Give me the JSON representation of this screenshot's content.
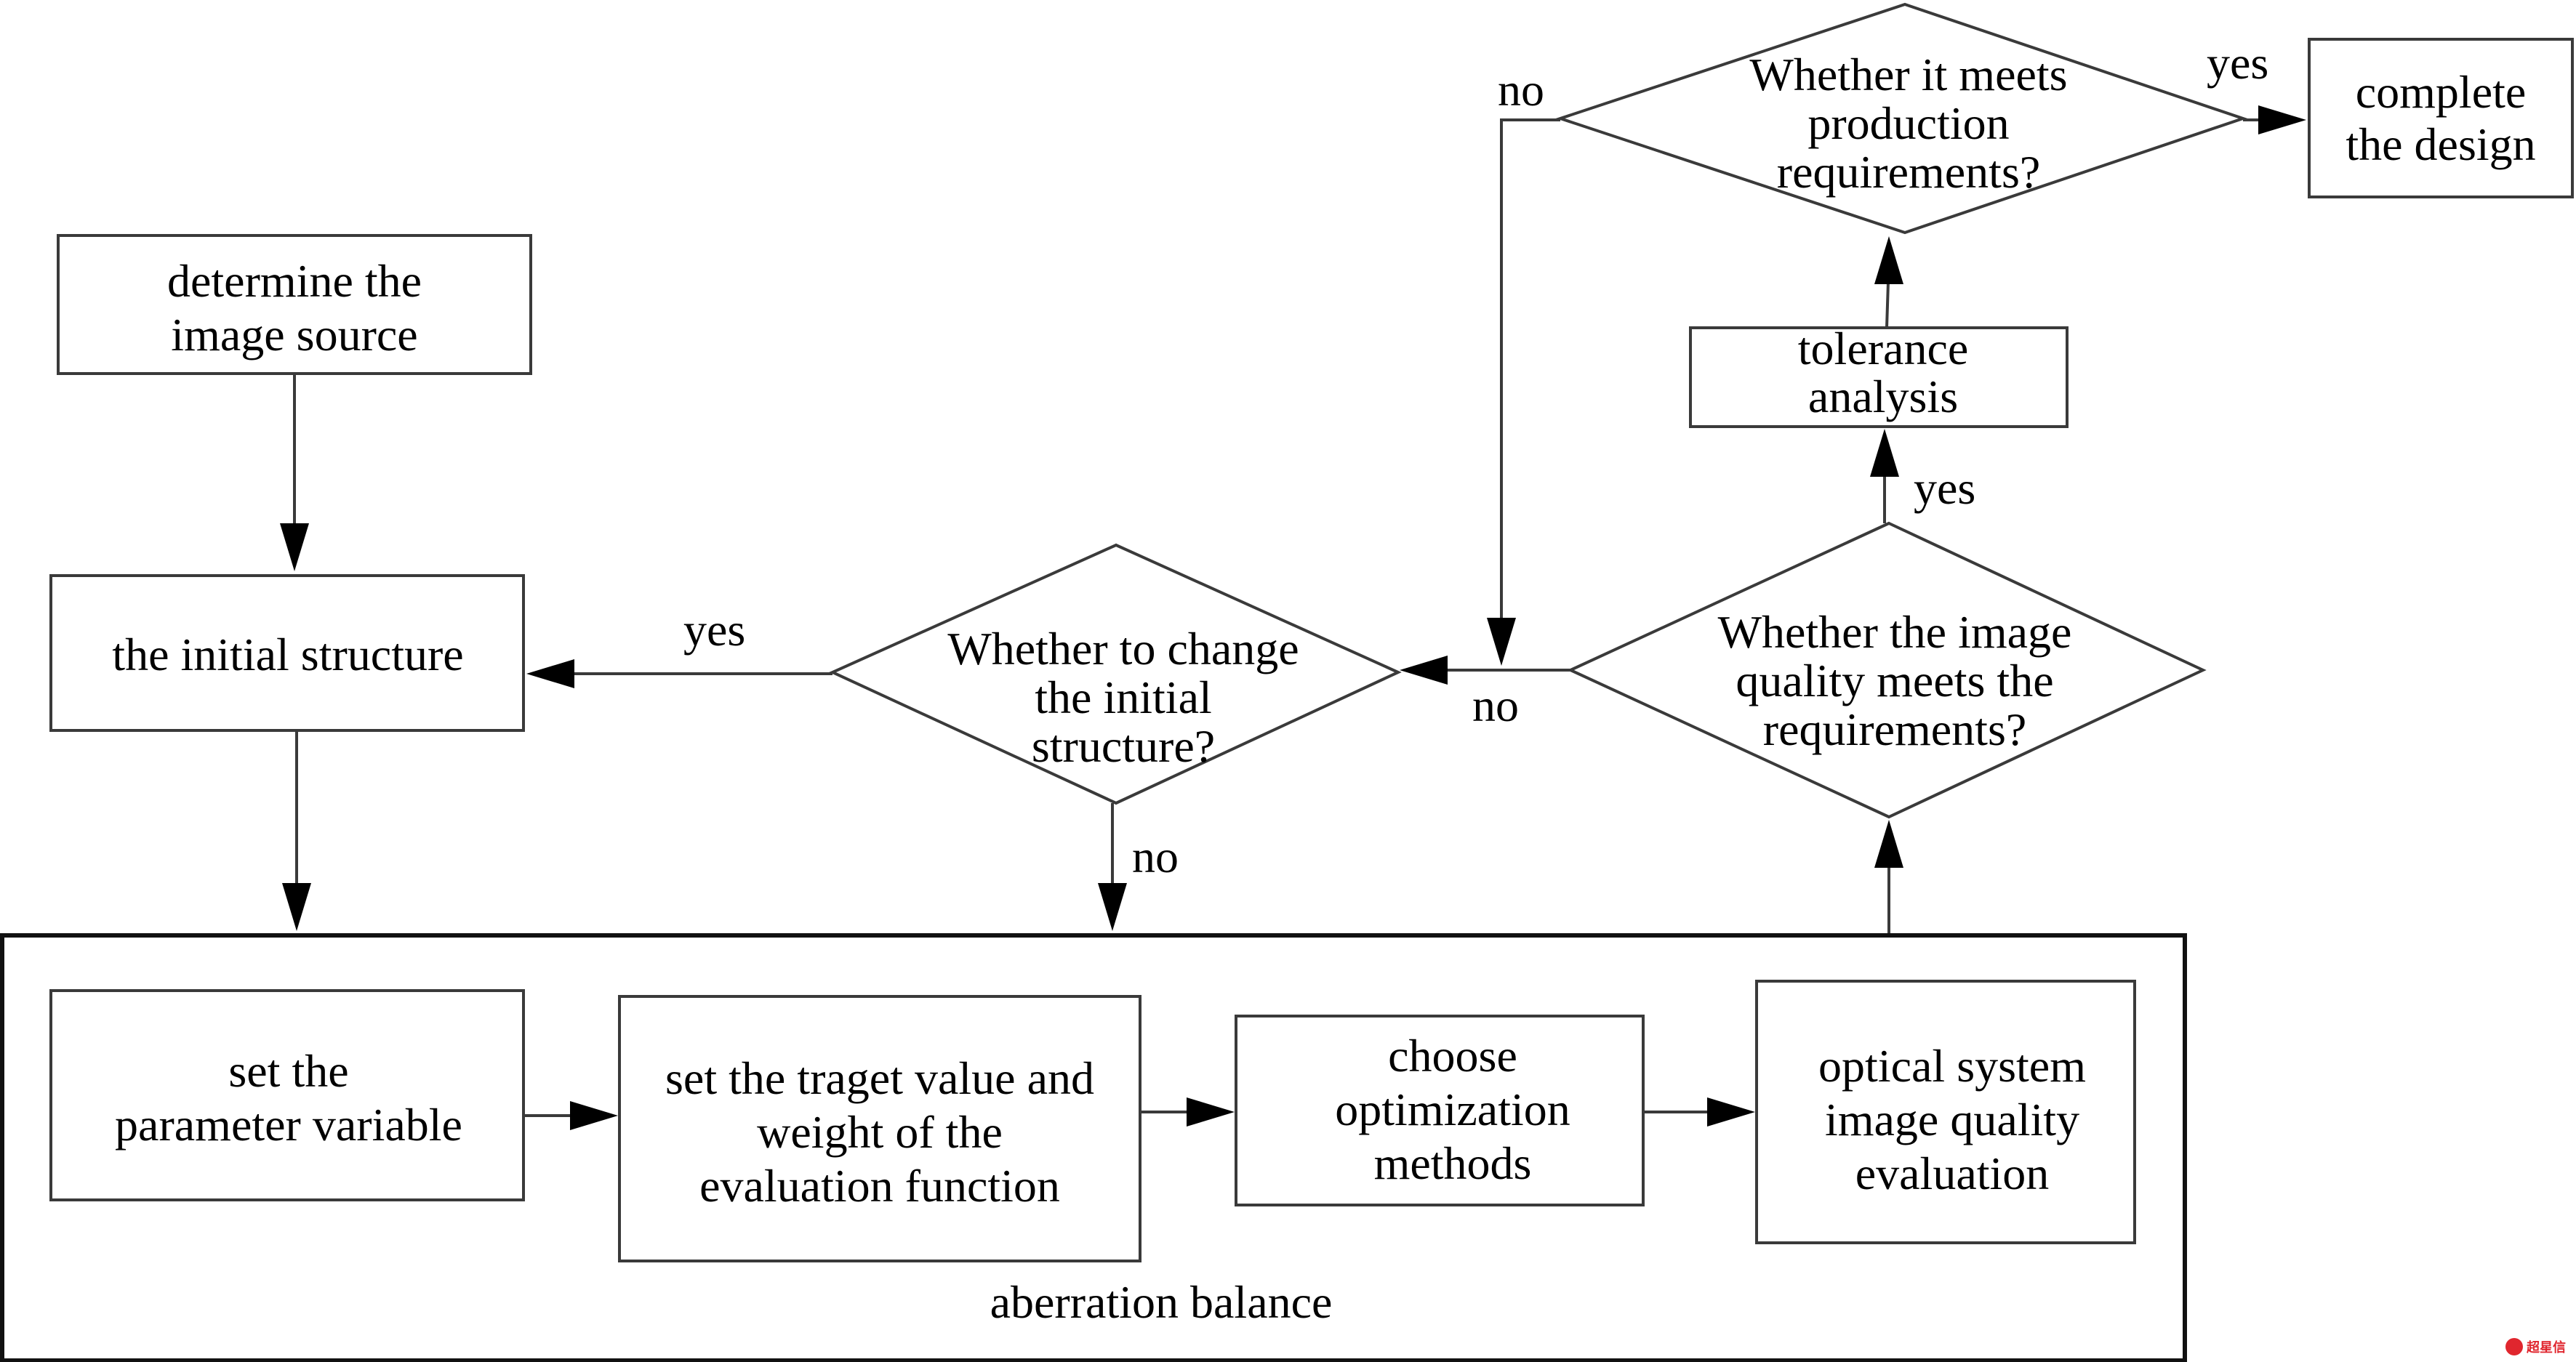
{
  "boxes": {
    "image_source": [
      "determine the",
      "image source"
    ],
    "initial_structure": [
      "the initial structure"
    ],
    "tolerance": [
      "tolerance",
      "analysis"
    ],
    "complete": [
      "complete",
      "the design"
    ],
    "set_parameter": [
      "set the",
      "parameter variable"
    ],
    "set_target": [
      "set the traget value and",
      "weight of the",
      "evaluation function"
    ],
    "choose_opt": [
      "choose",
      "optimization",
      "methods"
    ],
    "evaluation": [
      "optical system",
      "image quality",
      "evaluation"
    ]
  },
  "decisions": {
    "production": [
      "Whether it meets",
      "production",
      "requirements?"
    ],
    "change_structure": [
      "Whether to change",
      "the initial",
      "structure?"
    ],
    "image_quality": [
      "Whether the image",
      "quality meets the",
      "requirements?"
    ]
  },
  "group_label": "aberration balance",
  "edge_labels": {
    "production_yes": "yes",
    "production_no": "no",
    "change_yes": "yes",
    "change_no": "no",
    "quality_yes": "yes",
    "quality_no": "no"
  },
  "colors": {
    "stroke": "#3a3a3a",
    "arrowhead": "#000000",
    "watermark": "#e0262e"
  },
  "watermark": "超星信"
}
